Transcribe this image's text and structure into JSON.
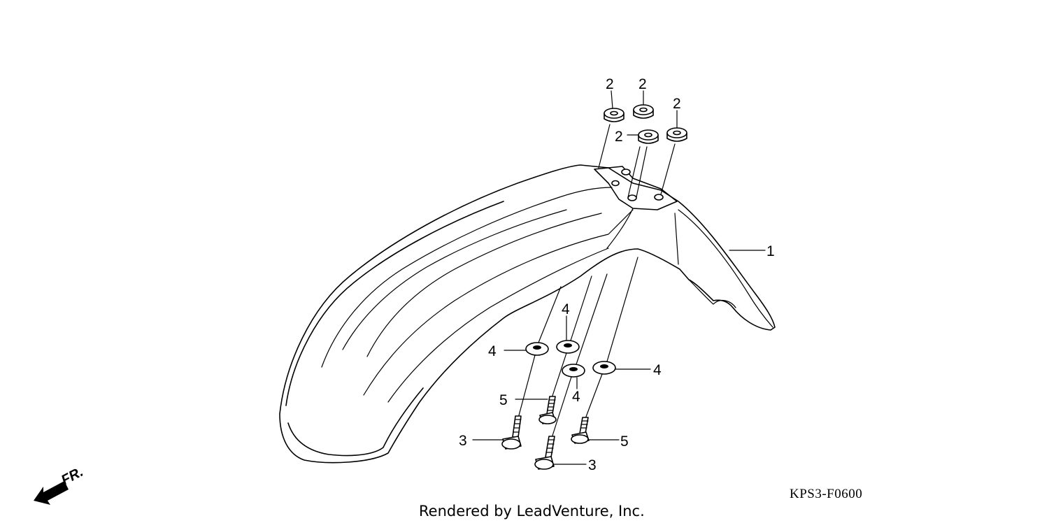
{
  "diagram": {
    "callouts": {
      "c1": "1",
      "c2a": "2",
      "c2b": "2",
      "c2c": "2",
      "c2d": "2",
      "c3a": "3",
      "c3b": "3",
      "c4a": "4",
      "c4b": "4",
      "c4c": "4",
      "c4d": "4",
      "c5a": "5",
      "c5b": "5"
    },
    "direction_label": "FR.",
    "diagram_code": "KPS3-F0600",
    "credit": "Rendered by LeadVenture, Inc."
  },
  "icons": {
    "direction": "arrow-down-left-icon"
  },
  "colors": {
    "line": "#000000",
    "background": "#ffffff"
  }
}
